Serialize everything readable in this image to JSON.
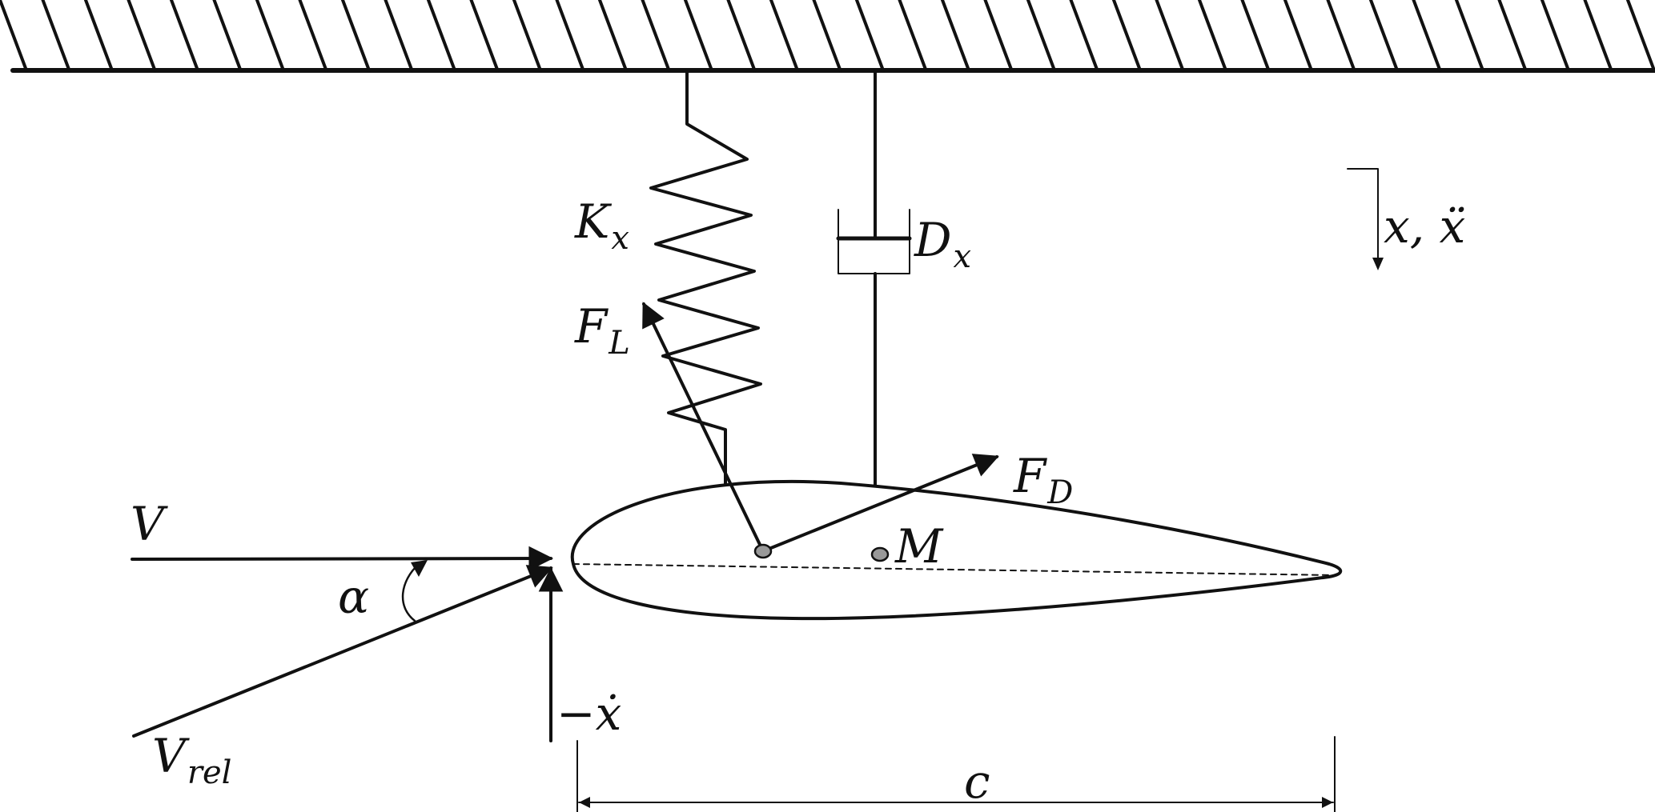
{
  "diagram": {
    "ground": {
      "name": "fixed support"
    },
    "labels": {
      "spring_stiffness": {
        "main": "K",
        "sub": "x"
      },
      "damper": {
        "main": "D",
        "sub": "x"
      },
      "displacement_axis": {
        "main": "x, ẍ"
      },
      "lift_force": {
        "main": "F",
        "sub": "L"
      },
      "drag_force": {
        "main": "F",
        "sub": "D"
      },
      "moment": {
        "main": "M"
      },
      "freestream_velocity": {
        "main": "V"
      },
      "relative_velocity": {
        "main": "V",
        "sub": "rel"
      },
      "angle_of_attack": {
        "main": "α"
      },
      "plunge_velocity": {
        "main": "−ẋ"
      },
      "chord": {
        "main": "c"
      }
    },
    "colors": {
      "stroke": "#111111",
      "pivot_fill": "#999999",
      "background": "#ffffff"
    }
  }
}
